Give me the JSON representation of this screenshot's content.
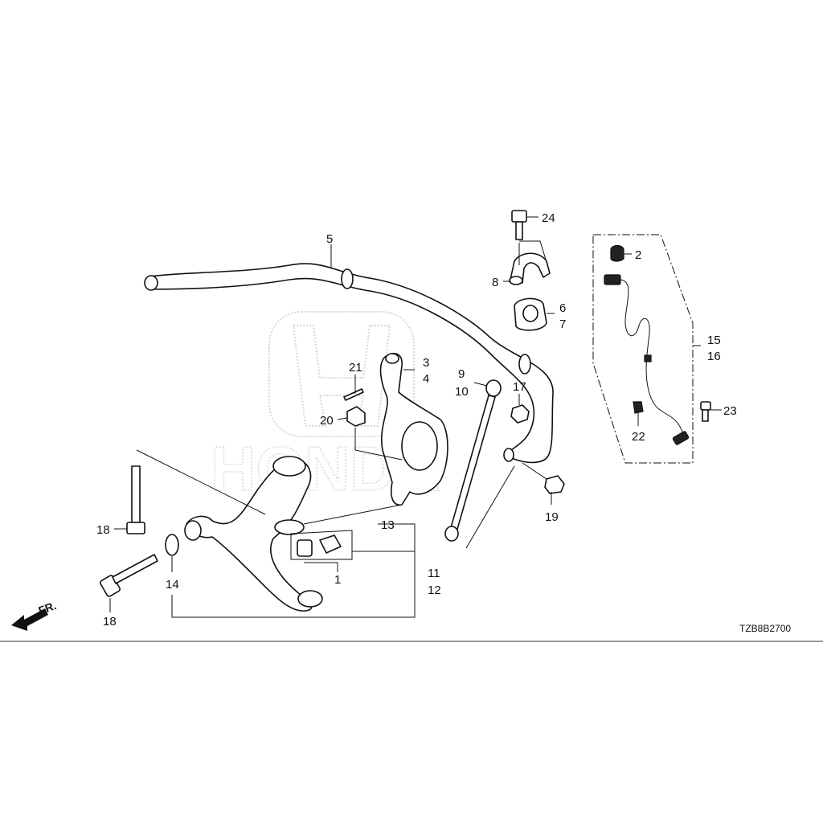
{
  "diagram_code": "TZB8B2700",
  "direction_label": "FR.",
  "watermark": {
    "brand": "HONDA"
  },
  "callouts": [
    {
      "id": "c1",
      "text": "1"
    },
    {
      "id": "c2",
      "text": "2"
    },
    {
      "id": "c3",
      "text": "3"
    },
    {
      "id": "c4",
      "text": "4"
    },
    {
      "id": "c5",
      "text": "5"
    },
    {
      "id": "c6",
      "text": "6"
    },
    {
      "id": "c7",
      "text": "7"
    },
    {
      "id": "c8",
      "text": "8"
    },
    {
      "id": "c9",
      "text": "9"
    },
    {
      "id": "c10",
      "text": "10"
    },
    {
      "id": "c11",
      "text": "11"
    },
    {
      "id": "c12",
      "text": "12"
    },
    {
      "id": "c13",
      "text": "13"
    },
    {
      "id": "c14",
      "text": "14"
    },
    {
      "id": "c15",
      "text": "15"
    },
    {
      "id": "c16",
      "text": "16"
    },
    {
      "id": "c17",
      "text": "17"
    },
    {
      "id": "c18a",
      "text": "18"
    },
    {
      "id": "c18b",
      "text": "18"
    },
    {
      "id": "c19",
      "text": "19"
    },
    {
      "id": "c20",
      "text": "20"
    },
    {
      "id": "c21",
      "text": "21"
    },
    {
      "id": "c22",
      "text": "22"
    },
    {
      "id": "c23",
      "text": "23"
    },
    {
      "id": "c24",
      "text": "24"
    }
  ]
}
